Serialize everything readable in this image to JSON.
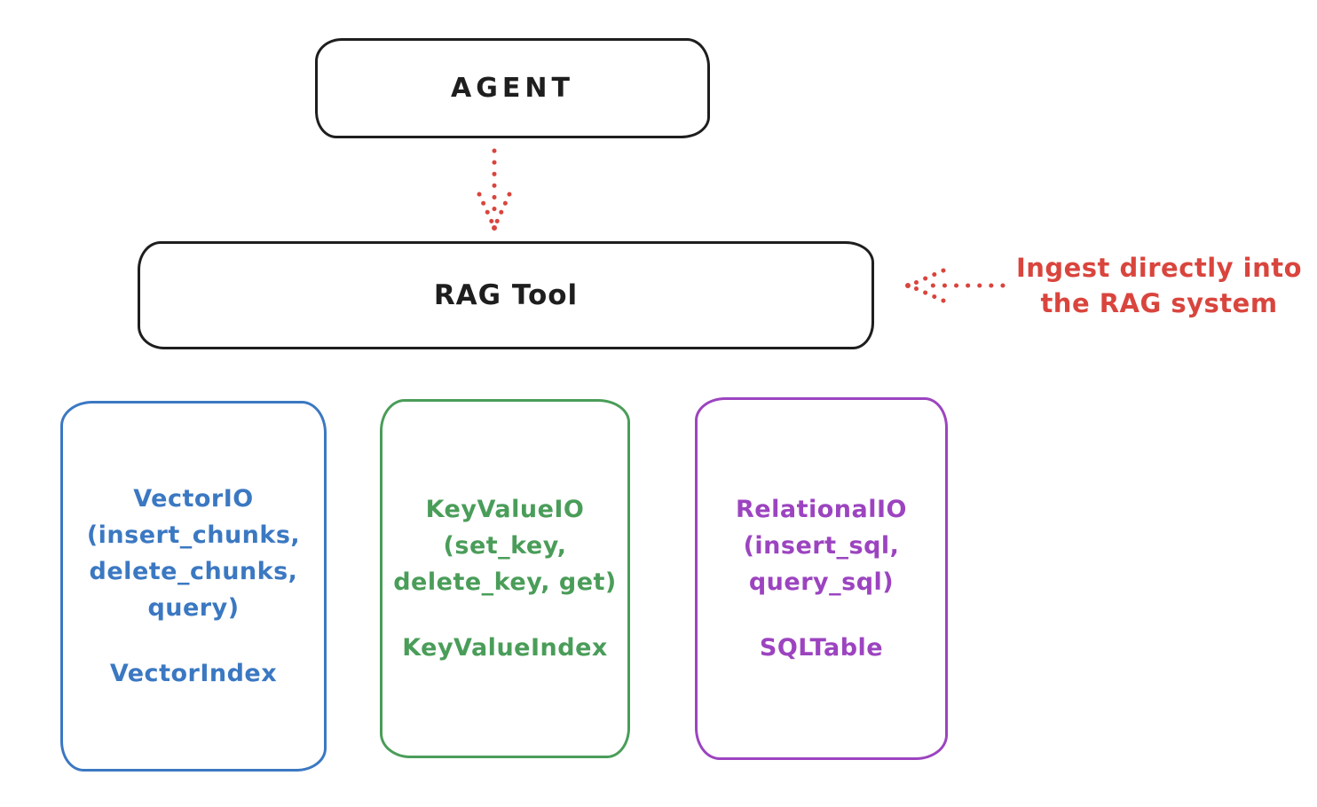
{
  "colors": {
    "background": "#ffffff",
    "ink": "#1e1e1e",
    "red": "#d9453d",
    "blue": "#3b78c2",
    "green": "#4a9d59",
    "purple": "#9c44c0"
  },
  "diagram": {
    "agent": {
      "label": "AGENT"
    },
    "rag_tool": {
      "label": "RAG Tool"
    },
    "annotation": {
      "line1": "Ingest directly into",
      "line2": "the RAG system"
    },
    "cards": [
      {
        "id": "vector-io",
        "accent": "blue",
        "lines": [
          "VectorIO",
          "(insert_chunks,",
          "delete_chunks,",
          "query)"
        ],
        "footer": "VectorIndex"
      },
      {
        "id": "keyvalue-io",
        "accent": "green",
        "lines": [
          "KeyValueIO",
          "(set_key,",
          "delete_key, get)"
        ],
        "footer": "KeyValueIndex"
      },
      {
        "id": "relational-io",
        "accent": "purple",
        "lines": [
          "RelationalIO",
          "(insert_sql,",
          "query_sql)"
        ],
        "footer": "SQLTable"
      }
    ],
    "arrows": [
      {
        "name": "agent-to-rag-tool",
        "style": "dotted",
        "direction": "down"
      },
      {
        "name": "annotation-to-rag-tool",
        "style": "dotted",
        "direction": "left"
      }
    ]
  }
}
